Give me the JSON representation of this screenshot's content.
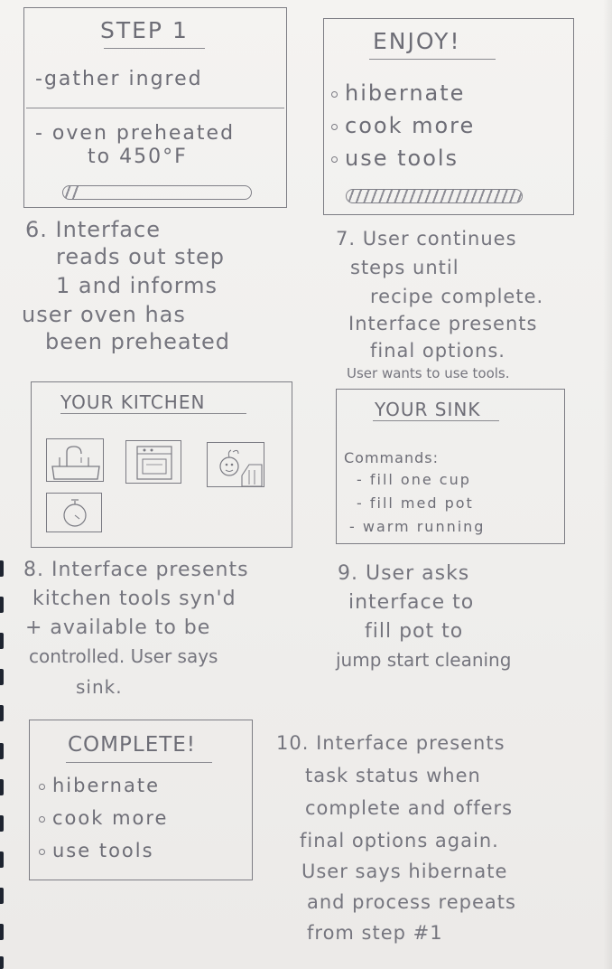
{
  "panel_step1": {
    "title": "STEP 1",
    "line1": "-gather ingred",
    "line2a": "- oven preheated",
    "line2b": "to 450°F",
    "progress_fraction": 0.08
  },
  "panel_enjoy": {
    "title": "ENJOY!",
    "items": [
      "hibernate",
      "cook more",
      "use tools"
    ],
    "progress_fraction": 1.0
  },
  "note6": {
    "lines": [
      "6. Interface",
      "reads out step",
      "1 and informs",
      "user oven has",
      "been preheated"
    ]
  },
  "note7": {
    "lines": [
      "7. User continues",
      "steps until",
      "recipe complete.",
      "Interface presents",
      "final options.",
      "User wants to use tools."
    ]
  },
  "panel_kitchen": {
    "title": "YOUR KITCHEN",
    "tools": [
      "sink-icon",
      "oven-icon",
      "stove-icon",
      "timer-icon"
    ]
  },
  "panel_sink": {
    "title": "YOUR SINK",
    "commands_label": "Commands:",
    "commands": [
      "- fill one cup",
      "- fill med pot",
      "- warm running"
    ]
  },
  "note8": {
    "lines": [
      "8. Interface presents",
      "kitchen tools syn'd",
      "+ available to be",
      "controlled. User says",
      "sink."
    ]
  },
  "note9": {
    "lines": [
      "9. User asks",
      "interface to",
      "fill pot to",
      "jump start cleaning"
    ]
  },
  "panel_complete": {
    "title": "COMPLETE!",
    "items": [
      "hibernate",
      "cook more",
      "use tools"
    ]
  },
  "note10": {
    "lines": [
      "10. Interface presents",
      "task status when",
      "complete and offers",
      "final options again.",
      "User says hibernate",
      "and process repeats",
      "from step #1"
    ]
  }
}
